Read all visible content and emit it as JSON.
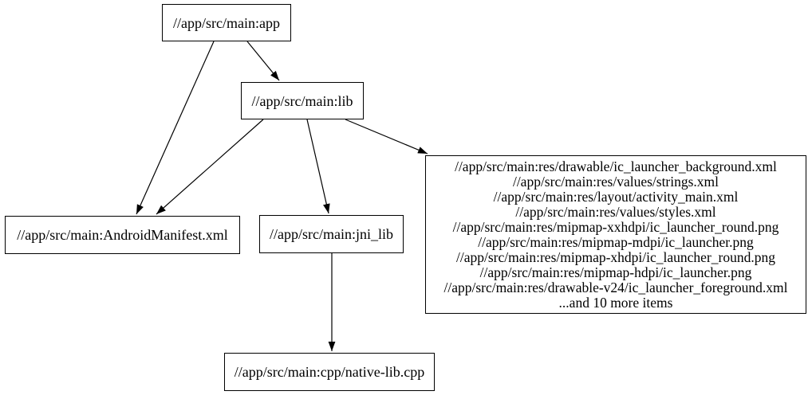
{
  "graph": {
    "type": "directed-dependency-graph",
    "colors": {
      "background": "#ffffff",
      "node_border": "#000000",
      "edge": "#000000",
      "text": "#000000"
    },
    "nodes": {
      "app": {
        "label": "//app/src/main:app"
      },
      "lib": {
        "label": "//app/src/main:lib"
      },
      "android_manifest": {
        "label": "//app/src/main:AndroidManifest.xml"
      },
      "jni_lib": {
        "label": "//app/src/main:jni_lib"
      },
      "cpp_native_lib": {
        "label": "//app/src/main:cpp/native-lib.cpp"
      },
      "res_group": {
        "lines": [
          "//app/src/main:res/drawable/ic_launcher_background.xml",
          "//app/src/main:res/values/strings.xml",
          "//app/src/main:res/layout/activity_main.xml",
          "//app/src/main:res/values/styles.xml",
          "//app/src/main:res/mipmap-xxhdpi/ic_launcher_round.png",
          "//app/src/main:res/mipmap-mdpi/ic_launcher.png",
          "//app/src/main:res/mipmap-xhdpi/ic_launcher_round.png",
          "//app/src/main:res/mipmap-hdpi/ic_launcher.png",
          "//app/src/main:res/drawable-v24/ic_launcher_foreground.xml",
          "...and 10 more items"
        ]
      }
    },
    "edges": [
      {
        "from": "app",
        "to": "lib"
      },
      {
        "from": "app",
        "to": "android_manifest"
      },
      {
        "from": "lib",
        "to": "android_manifest"
      },
      {
        "from": "lib",
        "to": "jni_lib"
      },
      {
        "from": "lib",
        "to": "res_group"
      },
      {
        "from": "jni_lib",
        "to": "cpp_native_lib"
      }
    ]
  }
}
